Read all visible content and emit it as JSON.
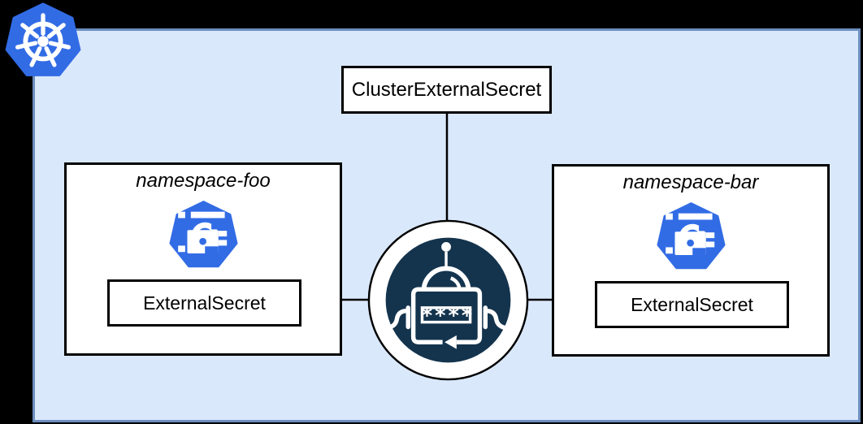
{
  "diagram": {
    "cluster_resource": {
      "label": "ClusterExternalSecret"
    },
    "namespaces": [
      {
        "title": "namespace-foo",
        "resource": {
          "label": "ExternalSecret"
        }
      },
      {
        "title": "namespace-bar",
        "resource": {
          "label": "ExternalSecret"
        }
      }
    ],
    "operator": {
      "password_mask": "****"
    }
  },
  "icons": {
    "kubernetes_logo": "kubernetes-helm-wheel-heptagon",
    "external_secret": "heptagon-padlock-redacted-lines",
    "operator": "robot-with-password-and-refresh-arrow"
  },
  "colors": {
    "kubernetes_blue": "#326CE5",
    "icon_blue": "#326CE5",
    "operator_navy": "#14344E",
    "cluster_fill": "#DAE8FC",
    "cluster_stroke": "#6C8EBF",
    "line_black": "#000000",
    "background": "#000000"
  }
}
